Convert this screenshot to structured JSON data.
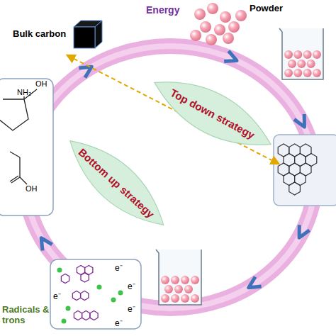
{
  "diagram": {
    "nodes": [
      {
        "text": [
          "Bulk carbon"
        ]
      },
      {
        "text": [
          "Top down strategy"
        ]
      },
      {
        "text": [
          "Bottom up strategy"
        ]
      },
      {
        "text": [
          "NH₂",
          "OH",
          "OH"
        ]
      },
      {
        "text": [
          "e⁻",
          "e⁻",
          "e⁻",
          "e⁻",
          "e⁻",
          "Radicals & trons"
        ]
      }
    ],
    "labels": [
      "Energy",
      "Powder"
    ]
  }
}
